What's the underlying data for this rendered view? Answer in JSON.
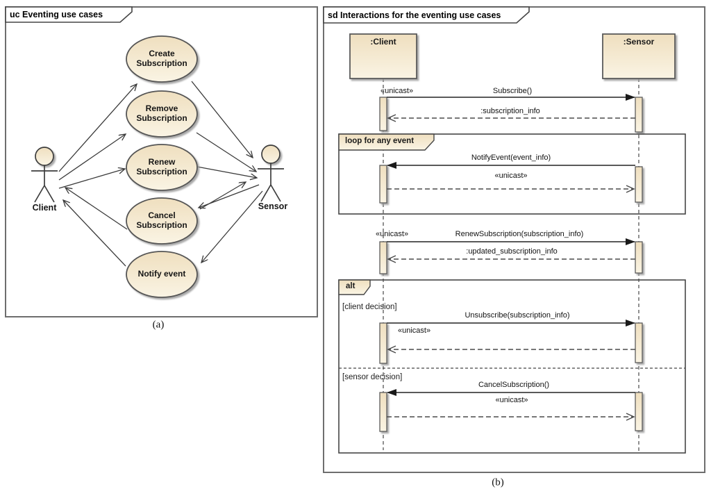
{
  "use_case_diagram": {
    "title": "uc Eventing use cases",
    "caption": "(a)",
    "actors": {
      "client": "Client",
      "sensor": "Sensor"
    },
    "use_cases": {
      "create": "Create Subscription",
      "remove": "Remove Subscription",
      "renew": "Renew Subscription",
      "cancel": "Cancel Subscription",
      "notify": "Notify event"
    }
  },
  "sequence_diagram": {
    "title": "sd Interactions for the eventing use cases",
    "caption": "(b)",
    "lifelines": {
      "client": ":Client",
      "sensor": ":Sensor"
    },
    "stereotype_unicast": "«unicast»",
    "fragments": {
      "loop": "loop for any event",
      "alt": "alt",
      "guard_client": "[client decision]",
      "guard_sensor": "[sensor decision]"
    },
    "messages": {
      "subscribe": "Subscribe()",
      "subscribe_reply": ":subscription_info",
      "notify_event": "NotifyEvent(event_info)",
      "renew": "RenewSubscription(subscription_info)",
      "renew_reply": ":updated_subscription_info",
      "unsubscribe": "Unsubscribe(subscription_info)",
      "cancel": "CancelSubscription()"
    }
  }
}
